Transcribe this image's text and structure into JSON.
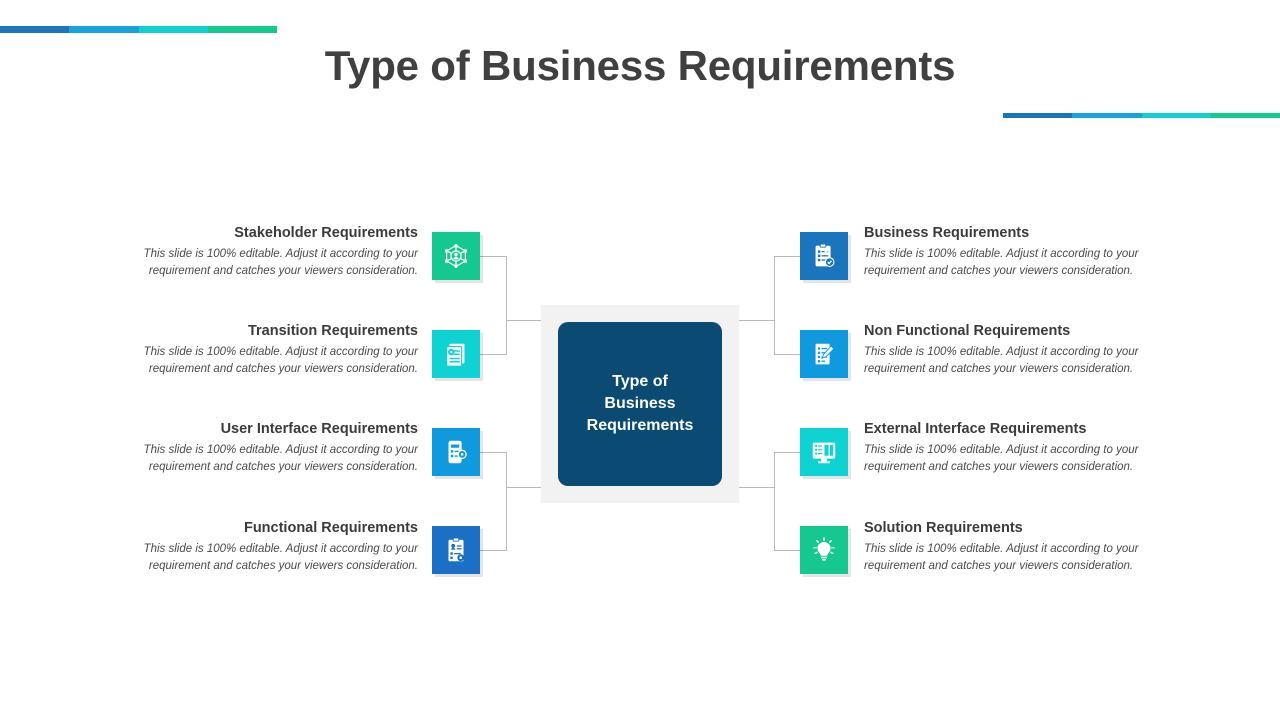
{
  "slide": {
    "title": "Type of Business Requirements",
    "background_color": "#ffffff"
  },
  "decor": {
    "gradient_colors": [
      "#1b75bc",
      "#19a3dc",
      "#10d0d0",
      "#13c98b"
    ],
    "top_left_bar_name": "gradient-bar-top-left",
    "top_right_bar_name": "gradient-bar-top-right"
  },
  "center": {
    "label": "Type of\nBusiness\nRequirements",
    "box_color": "#0b4a72",
    "frame_color": "#f2f2f2",
    "text_color": "#ffffff"
  },
  "body_text": "This slide is 100% editable. Adjust it according to your requirement and catches your viewers consideration.",
  "left_items": [
    {
      "title": "Stakeholder Requirements",
      "body": "This slide is 100% editable. Adjust it according to your requirement and catches your viewers consideration.",
      "icon": "stakeholder-network-icon",
      "tile_color": "#14c88f"
    },
    {
      "title": "Transition Requirements",
      "body": "This slide is 100% editable. Adjust it according to your requirement and catches your viewers consideration.",
      "icon": "document-gear-icon",
      "tile_color": "#0fd3d3"
    },
    {
      "title": "User Interface Requirements",
      "body": "This slide is 100% editable. Adjust it according to your requirement and catches your viewers consideration.",
      "icon": "mobile-settings-icon",
      "tile_color": "#109ade"
    },
    {
      "title": "Functional Requirements",
      "body": "This slide is 100% editable. Adjust it according to your requirement and catches your viewers consideration.",
      "icon": "clipboard-people-icon",
      "tile_color": "#1b6fc4"
    }
  ],
  "right_items": [
    {
      "title": "Business Requirements",
      "body": "This slide is 100% editable. Adjust it according to your requirement and catches your viewers consideration.",
      "icon": "clipboard-check-icon",
      "tile_color": "#1b75bc"
    },
    {
      "title": "Non Functional Requirements",
      "body": "This slide is 100% editable. Adjust it according to your requirement and catches your viewers consideration.",
      "icon": "document-pen-icon",
      "tile_color": "#109ade"
    },
    {
      "title": "External Interface Requirements",
      "body": "This slide is 100% editable. Adjust it according to your requirement and catches your viewers consideration.",
      "icon": "monitor-interface-icon",
      "tile_color": "#0fd3d3"
    },
    {
      "title": "Solution Requirements",
      "body": "This slide is 100% editable. Adjust it according to your requirement and catches your viewers consideration.",
      "icon": "lightbulb-idea-icon",
      "tile_color": "#14c88f"
    }
  ]
}
